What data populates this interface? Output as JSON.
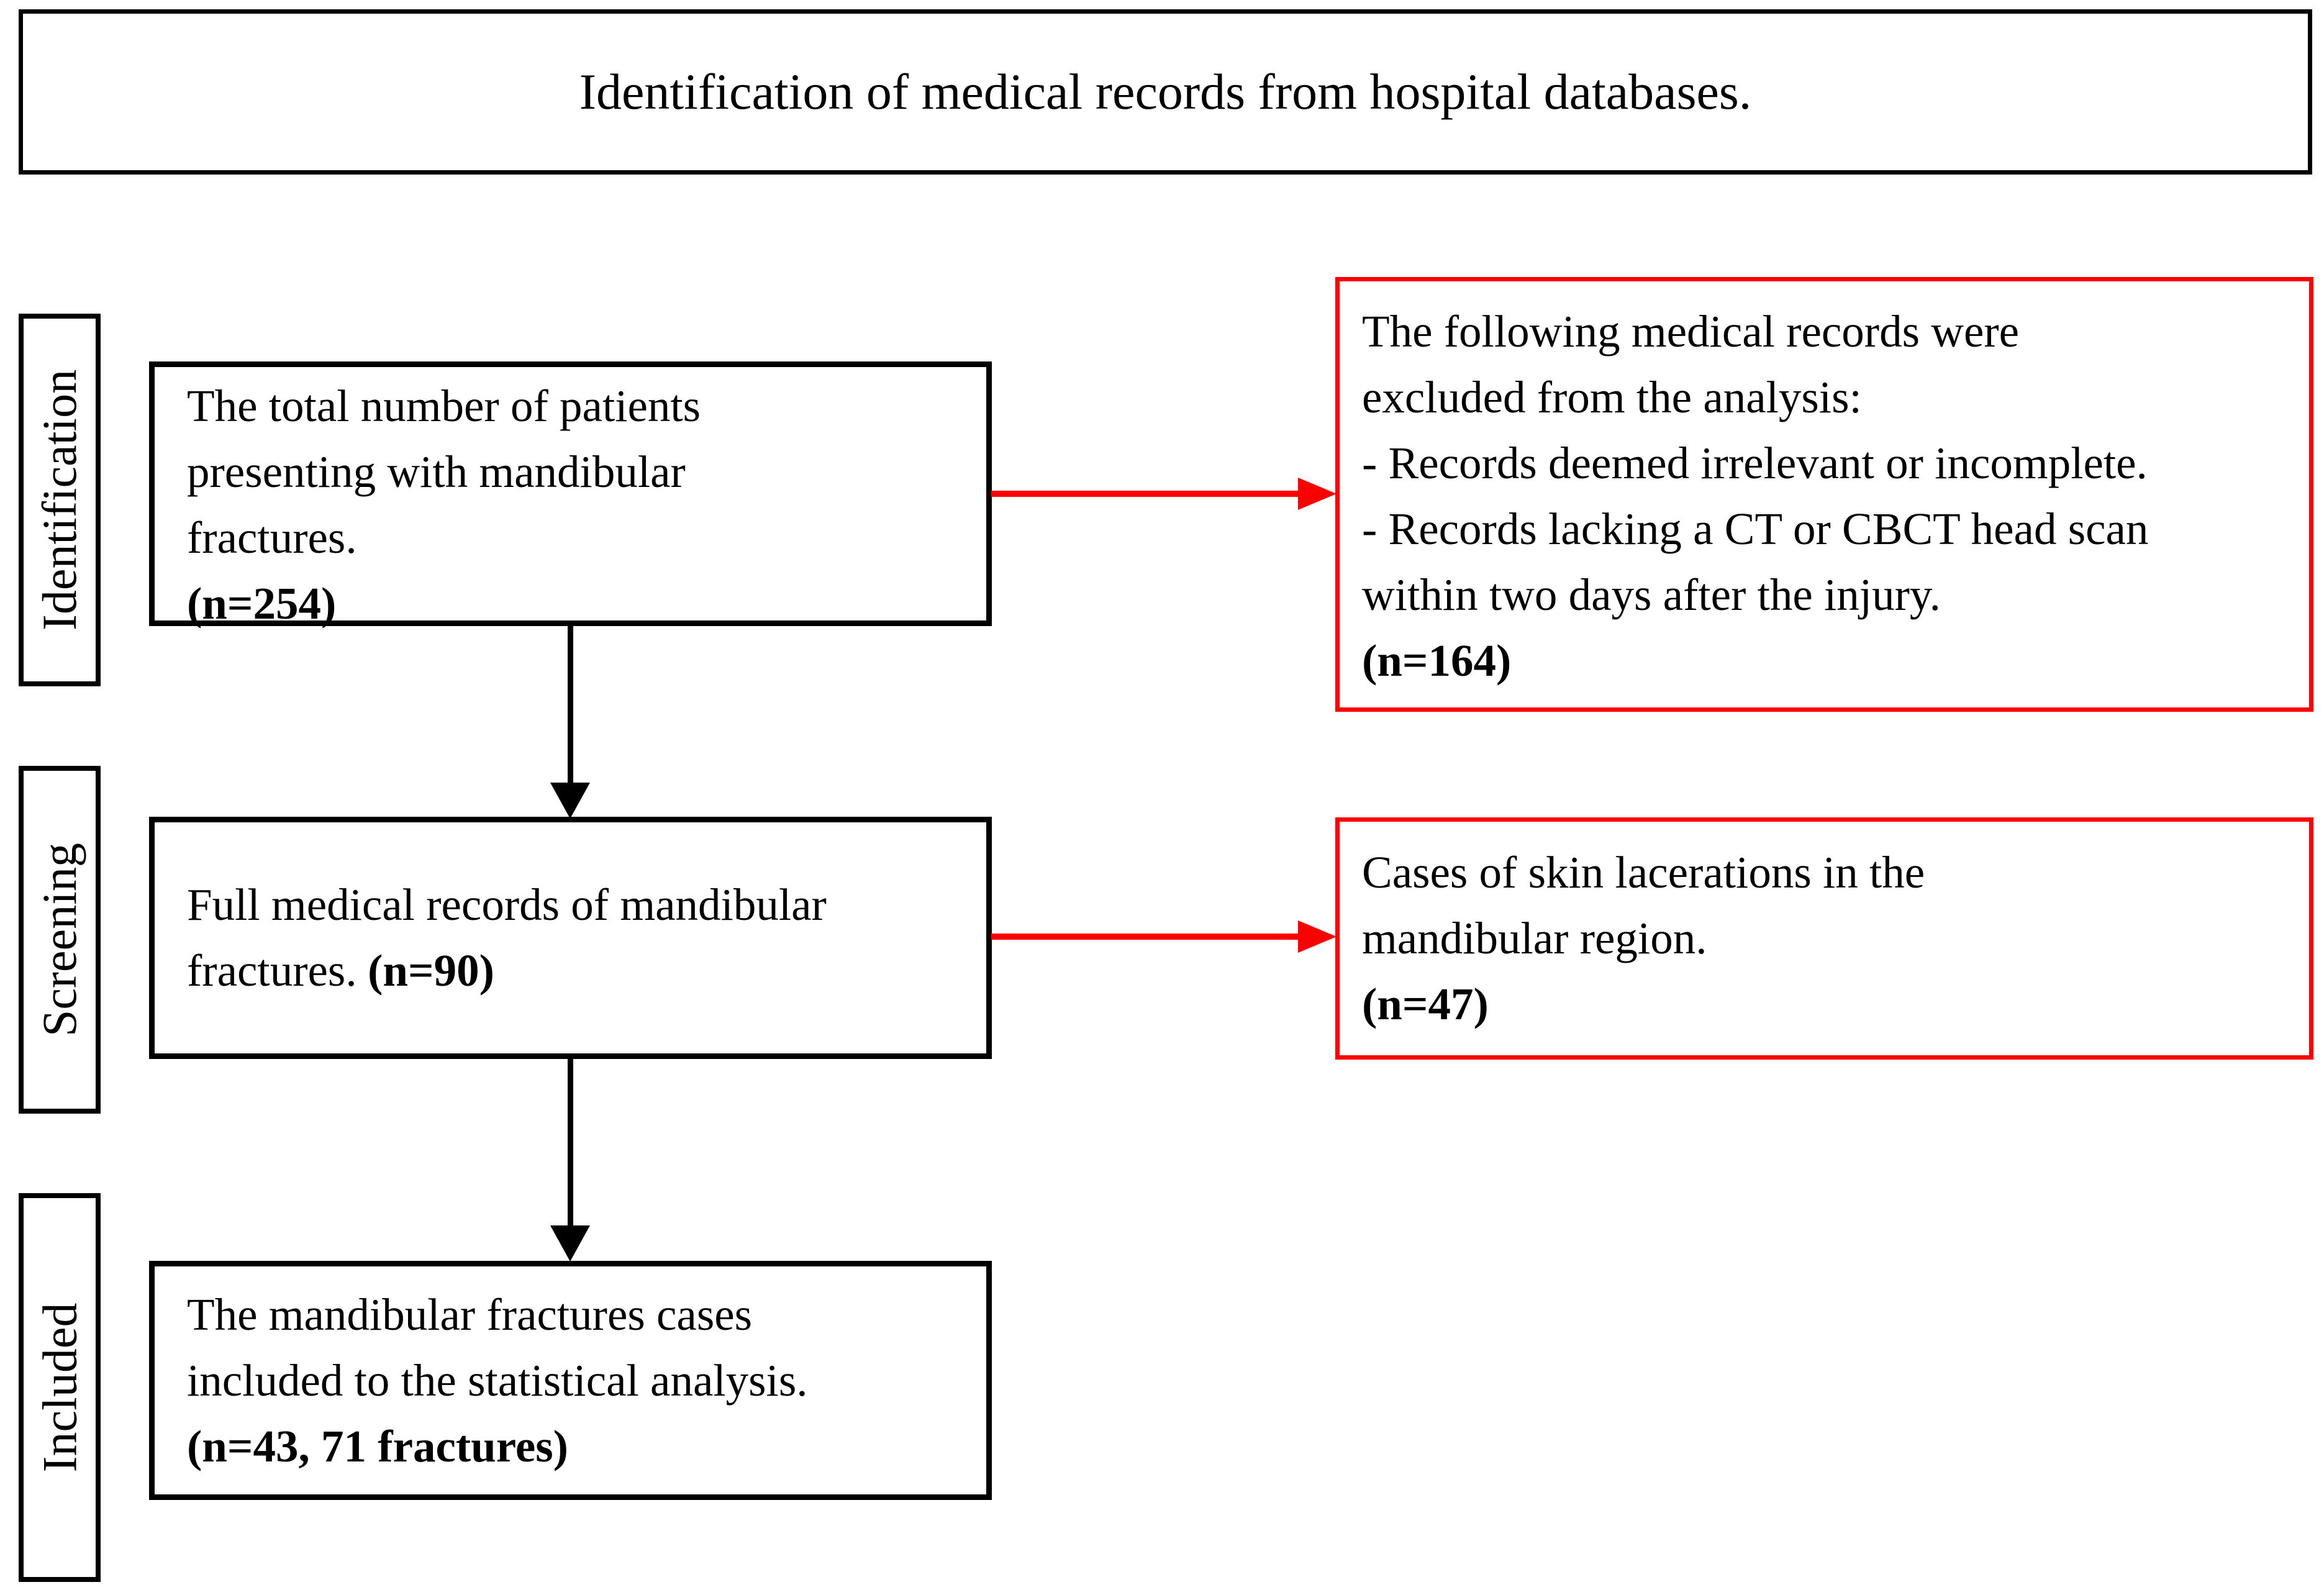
{
  "title": "Identification of medical records from hospital databases.",
  "colors": {
    "text": "#000000",
    "box_border": "#000000",
    "exclusion_red": "#fa0000",
    "background": "#ffffff"
  },
  "stages": [
    {
      "label": "Identification"
    },
    {
      "label": "Screening"
    },
    {
      "label": "Included"
    }
  ],
  "flow_boxes": {
    "total_patients": {
      "lines": [
        "The total number of patients",
        "presenting with mandibular",
        "fractures."
      ],
      "count": "(n=254)"
    },
    "full_records": {
      "line1": "Full medical records of mandibular",
      "line2": "fractures.",
      "count": "(n=90)"
    },
    "included_cases": {
      "lines": [
        "The mandibular fractures cases",
        "included to the statistical analysis."
      ],
      "count": "(n=43, 71 fractures)"
    }
  },
  "exclusion_boxes": {
    "excluded_records": {
      "lines": [
        "The following medical records were",
        "excluded from the analysis:",
        "- Records deemed irrelevant or incomplete.",
        "- Records lacking a CT or CBCT head scan",
        "within two days after the injury."
      ],
      "count": "(n=164)"
    },
    "skin_lacerations": {
      "lines": [
        "Cases of skin lacerations in the",
        "mandibular region."
      ],
      "count": "(n=47)"
    }
  }
}
